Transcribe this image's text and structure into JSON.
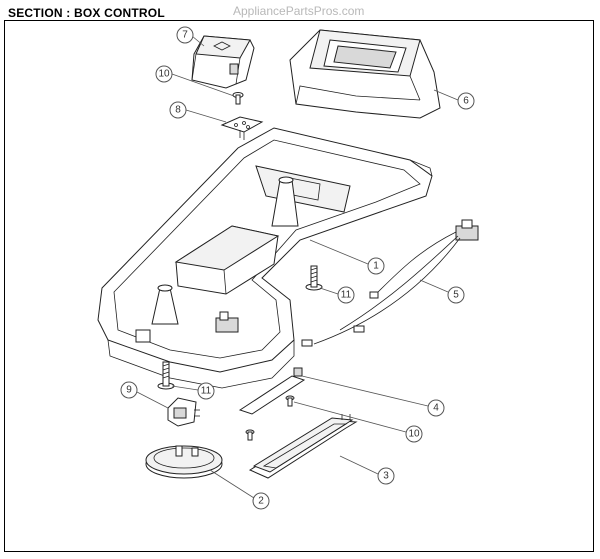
{
  "header": {
    "title": "SECTION : BOX CONTROL",
    "watermark": "AppliancePartsPros.com"
  },
  "callouts": [
    {
      "id": "7",
      "label": "7"
    },
    {
      "id": "10a",
      "label": "10"
    },
    {
      "id": "8",
      "label": "8"
    },
    {
      "id": "6",
      "label": "6"
    },
    {
      "id": "1",
      "label": "1"
    },
    {
      "id": "11a",
      "label": "11"
    },
    {
      "id": "5",
      "label": "5"
    },
    {
      "id": "9",
      "label": "9"
    },
    {
      "id": "11b",
      "label": "11"
    },
    {
      "id": "4",
      "label": "4"
    },
    {
      "id": "10b",
      "label": "10"
    },
    {
      "id": "3",
      "label": "3"
    },
    {
      "id": "2",
      "label": "2"
    }
  ]
}
